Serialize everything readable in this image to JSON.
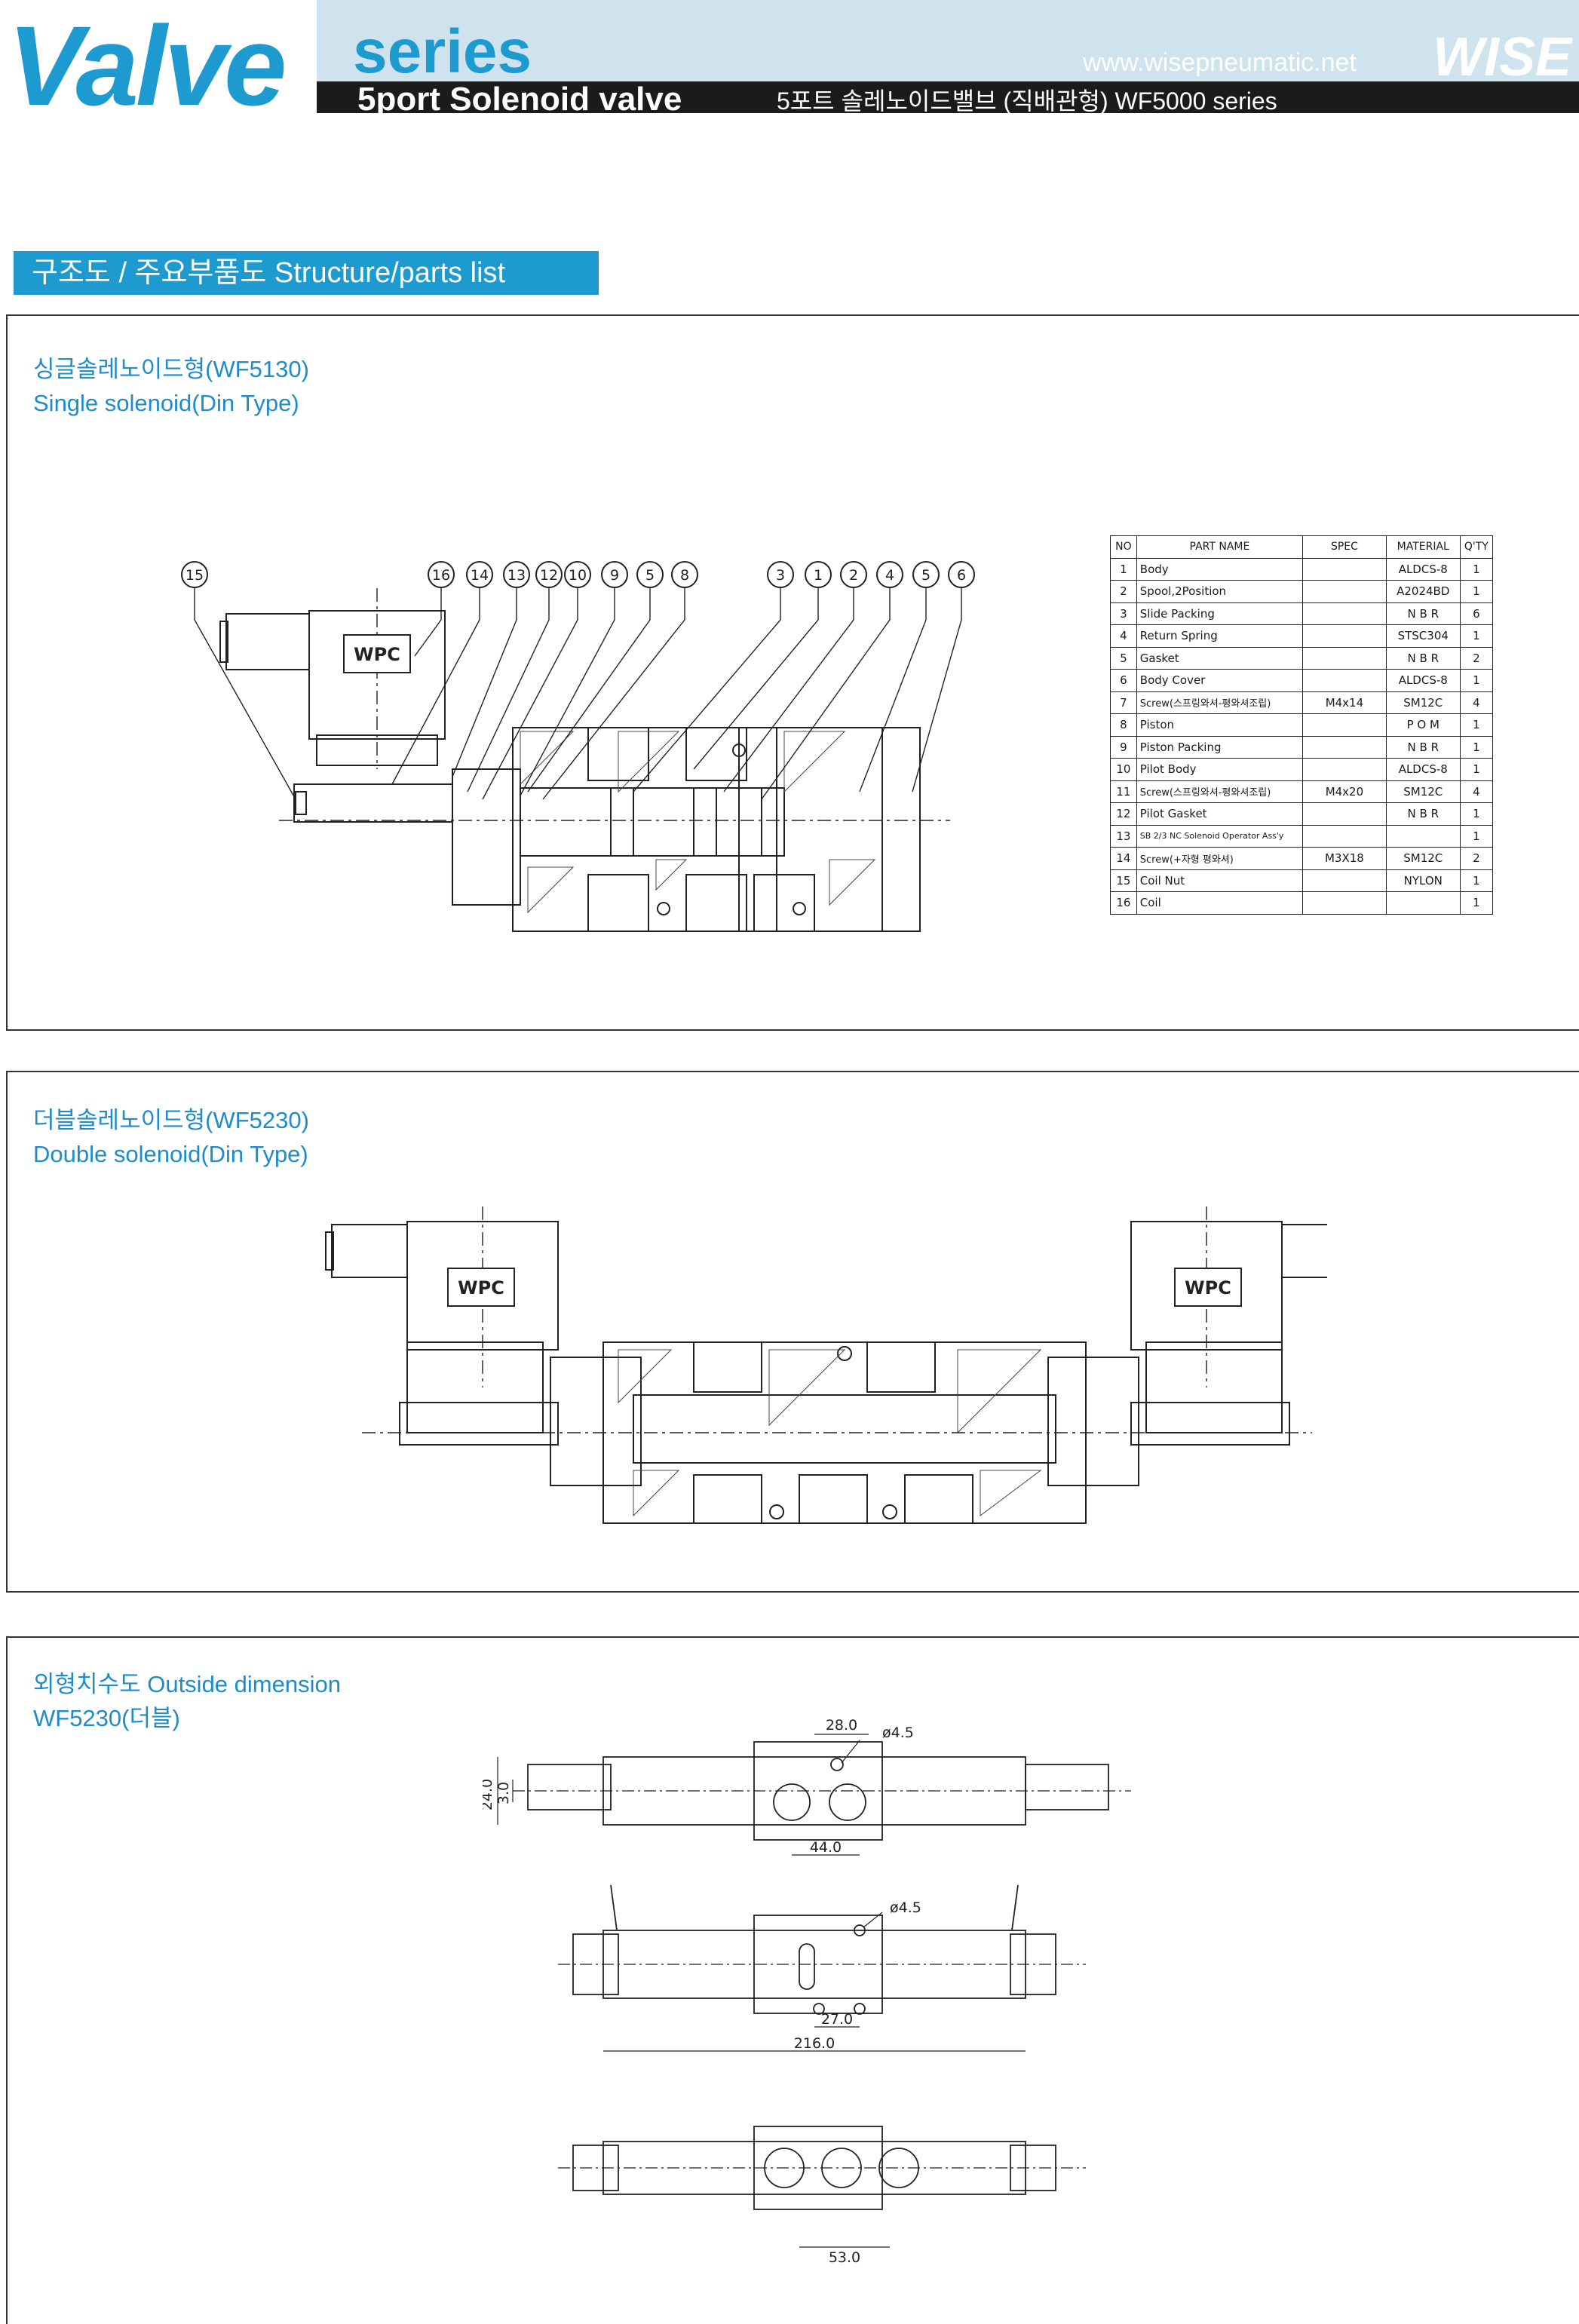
{
  "header": {
    "brand": "Valve",
    "series": "series",
    "subtitle": "5port Solenoid valve",
    "subtitle_kr": "5포트 솔레노이드밸브 (직배관형) WF5000 series",
    "url": "www.wisepneumatic.net",
    "logo": "WISE"
  },
  "section_tab": "구조도 / 주요부품도  Structure/parts list",
  "single": {
    "title_kr": "싱글솔레노이드형(WF5130)",
    "title_en": "Single solenoid(Din Type)",
    "wpc_label": "WPC",
    "callouts": [
      "15",
      "16",
      "14",
      "13",
      "12",
      "10",
      "9",
      "5",
      "8",
      "3",
      "1",
      "2",
      "4",
      "5",
      "6"
    ]
  },
  "parts_table": {
    "headers": [
      "NO",
      "PART NAME",
      "SPEC",
      "MATERIAL",
      "Q'TY"
    ],
    "rows": [
      {
        "no": "1",
        "name": "Body",
        "spec": "",
        "material": "ALDCS-8",
        "qty": "1"
      },
      {
        "no": "2",
        "name": "Spool,2Position",
        "spec": "",
        "material": "A2024BD",
        "qty": "1"
      },
      {
        "no": "3",
        "name": "Slide Packing",
        "spec": "",
        "material": "N B R",
        "qty": "6"
      },
      {
        "no": "4",
        "name": "Return Spring",
        "spec": "",
        "material": "STSC304",
        "qty": "1"
      },
      {
        "no": "5",
        "name": "Gasket",
        "spec": "",
        "material": "N B R",
        "qty": "2"
      },
      {
        "no": "6",
        "name": "Body Cover",
        "spec": "",
        "material": "ALDCS-8",
        "qty": "1"
      },
      {
        "no": "7",
        "name": "Screw(스프링와셔-평와셔조립)",
        "spec": "M4x14",
        "material": "SM12C",
        "qty": "4"
      },
      {
        "no": "8",
        "name": "Piston",
        "spec": "",
        "material": "P O M",
        "qty": "1"
      },
      {
        "no": "9",
        "name": "Piston Packing",
        "spec": "",
        "material": "N B R",
        "qty": "1"
      },
      {
        "no": "10",
        "name": "Pilot Body",
        "spec": "",
        "material": "ALDCS-8",
        "qty": "1"
      },
      {
        "no": "11",
        "name": "Screw(스프링와셔-평와셔조립)",
        "spec": "M4x20",
        "material": "SM12C",
        "qty": "4"
      },
      {
        "no": "12",
        "name": "Pilot Gasket",
        "spec": "",
        "material": "N B R",
        "qty": "1"
      },
      {
        "no": "13",
        "name": "SB 2/3 NC Solenoid Operator Ass'y",
        "spec": "",
        "material": "",
        "qty": "1"
      },
      {
        "no": "14",
        "name": "Screw(+자형 평와셔)",
        "spec": "M3X18",
        "material": "SM12C",
        "qty": "2"
      },
      {
        "no": "15",
        "name": "Coil Nut",
        "spec": "",
        "material": "NYLON",
        "qty": "1"
      },
      {
        "no": "16",
        "name": "Coil",
        "spec": "",
        "material": "",
        "qty": "1"
      }
    ]
  },
  "double": {
    "title_kr": "더블솔레노이드형(WF5230)",
    "title_en": "Double solenoid(Din Type)",
    "wpc_left": "WPC",
    "wpc_right": "WPC"
  },
  "outside": {
    "title_kr": "외형치수도 Outside dimension",
    "model": "WF5230(더블)",
    "dims": {
      "d28": "28.0",
      "d45a": "ø4.5",
      "d24": "24.0",
      "d3": "3.0",
      "d44": "44.0",
      "d45b": "ø4.5",
      "d27": "27.0",
      "d216": "216.0",
      "d53": "53.0"
    }
  },
  "colors": {
    "accent": "#1d9bd1",
    "header_bar": "#1b1b1b",
    "header_bg": "#cfe3ee"
  }
}
